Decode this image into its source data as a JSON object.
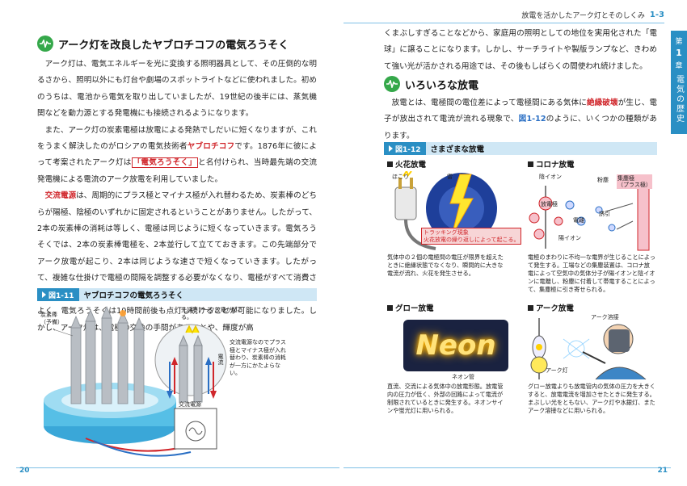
{
  "header": {
    "running_title": "放電を活かしたアーク灯とそのしくみ",
    "section_number": "1-3"
  },
  "chapter_tab": {
    "prefix": "第",
    "number": "1",
    "suffix": "章",
    "title": "電気の歴史"
  },
  "left_page": {
    "page_number": "20",
    "heading": "アーク灯を改良したヤブロチコフの電気ろうそく",
    "paragraphs": [
      "アーク灯は、電気エネルギーを光に変換する照明器具として、その圧倒的な明るさから、照明以外にも灯台や劇場のスポットライトなどに使われました。初めのうちは、電池から電気を取り出していましたが、19世紀の後半には、蒸気機関などを動力源とする発電機にも接続されるようになります。",
      "また、アーク灯の炭素電極は放電による発熱でしだいに短くなりますが、これをうまく解決したのがロシアの電気技術者ヤブロチコフです。1876年に彼によって考案されたアーク灯は「電気ろうそく」と名付けられ、当時最先端の交流発電機による電流のアーク放電を利用していました。",
      "交流電源は、周期的にプラス極とマイナス極が入れ替わるため、炭素棒のどちらが陽極、陰極のいずれかに固定されるということがありません。したがって、2本の炭素棒の消耗は等しく、電極は同じように短くなっていきます。電気ろうそくでは、2本の炭素棒電極を、2本並行して立てておきます。この先端部分でアーク放電が起こり、2本は同じような速さで短くなっていきます。したがって、複雑な仕掛けで電極の間隔を調整する必要がなくなり、電極がすべて消費されるまで使えることになります。電極がなくなったら、別の2本に切り替えればよく、電気ろうそくは10時間前後も点灯し続けることが可能になりました。しかし、アーク灯は、電極の交換の手間があることや、輝度が高"
    ],
    "emphasis": {
      "yablochkov": "ヤブロチコフ",
      "candle": "電気ろうそく",
      "ac": "交流電源"
    },
    "figure": {
      "tag": "図1-11",
      "title": "ヤブロチコフの電気ろうそく",
      "label_carbon": "炭素棒\n（予備）",
      "label_tip": "先端でアーク放電が起こる。",
      "label_side": "交流電源なのでプラス極とマイナス極が入れ替わり、炭素棒の消耗が一方にかたよらない。",
      "label_current": "電流",
      "label_power": "交流電源"
    }
  },
  "right_page": {
    "page_number": "21",
    "intro_text": "くまぶしすぎることなどから、家庭用の照明としての地位を実用化された「電球」に譲ることになります。しかし、サーチライトや製版ランプなど、きわめて強い光が活かされる用途では、その後もしばらくの間使われ続けました。",
    "heading": "いろいろな放電",
    "paragraph": "放電とは、電極間の電位差によって電極間にある気体に絶縁破壊が生じ、電子が放出されて電流が流れる現象で、図1-12のように、いくつかの種類があります。",
    "emphasis_breakdown": "絶縁破壊",
    "emphasis_figref": "図1-12",
    "figure": {
      "tag": "図1-12",
      "title": "さまざまな放電",
      "spark": {
        "title": "火花放電",
        "label_dust": "ほこり",
        "label_thunder": "雷",
        "label_tracking": "トラッキング現象\n火花放電の繰り返しによって起こる。",
        "caption": "気体中の２個の電極間の電圧が限界を超えたときに絶縁状態でなくなり、瞬間的に大きな電流が流れ、火花を発生させる。"
      },
      "corona": {
        "title": "コロナ放電",
        "label_ion": "陰イオン",
        "label_dust": "粉塵",
        "label_collector": "集塵極\n（プラス極）",
        "label_discharge": "放電極",
        "label_electron": "電離",
        "label_attract": "誘引",
        "label_cation": "陽イオン",
        "caption": "電極のまわりに不均一な電界が生じることによって発生する。工場などの集塵装置は、コロナ放電によって空気中の気体分子が陽イオンと陰イオンに電離し、粉塵に付着して帯電することによって、集塵極に引き寄せられる。"
      },
      "glow": {
        "title": "グロー放電",
        "neon_text": "Neon",
        "label_tube": "ネオン管",
        "caption": "直流、交流による気体中の放電形態。放電管内の圧力が低く、外部の回路によって電流が制限されているときに発生する。ネオンサインや蛍光灯に用いられる。"
      },
      "arc": {
        "title": "アーク放電",
        "label_weld": "アーク溶接",
        "label_lamp": "アーク灯",
        "caption": "グロー放電よりも放電管内の気体の圧力を大きくすると、放電電流を増加させたときに発生する。まぶしい光をともない、アーク灯や水銀灯、またアーク溶接などに用いられる。"
      }
    }
  },
  "colors": {
    "accent_blue": "#2a8fc4",
    "accent_green": "#35a84a",
    "emphasis_red": "#d0262b"
  }
}
